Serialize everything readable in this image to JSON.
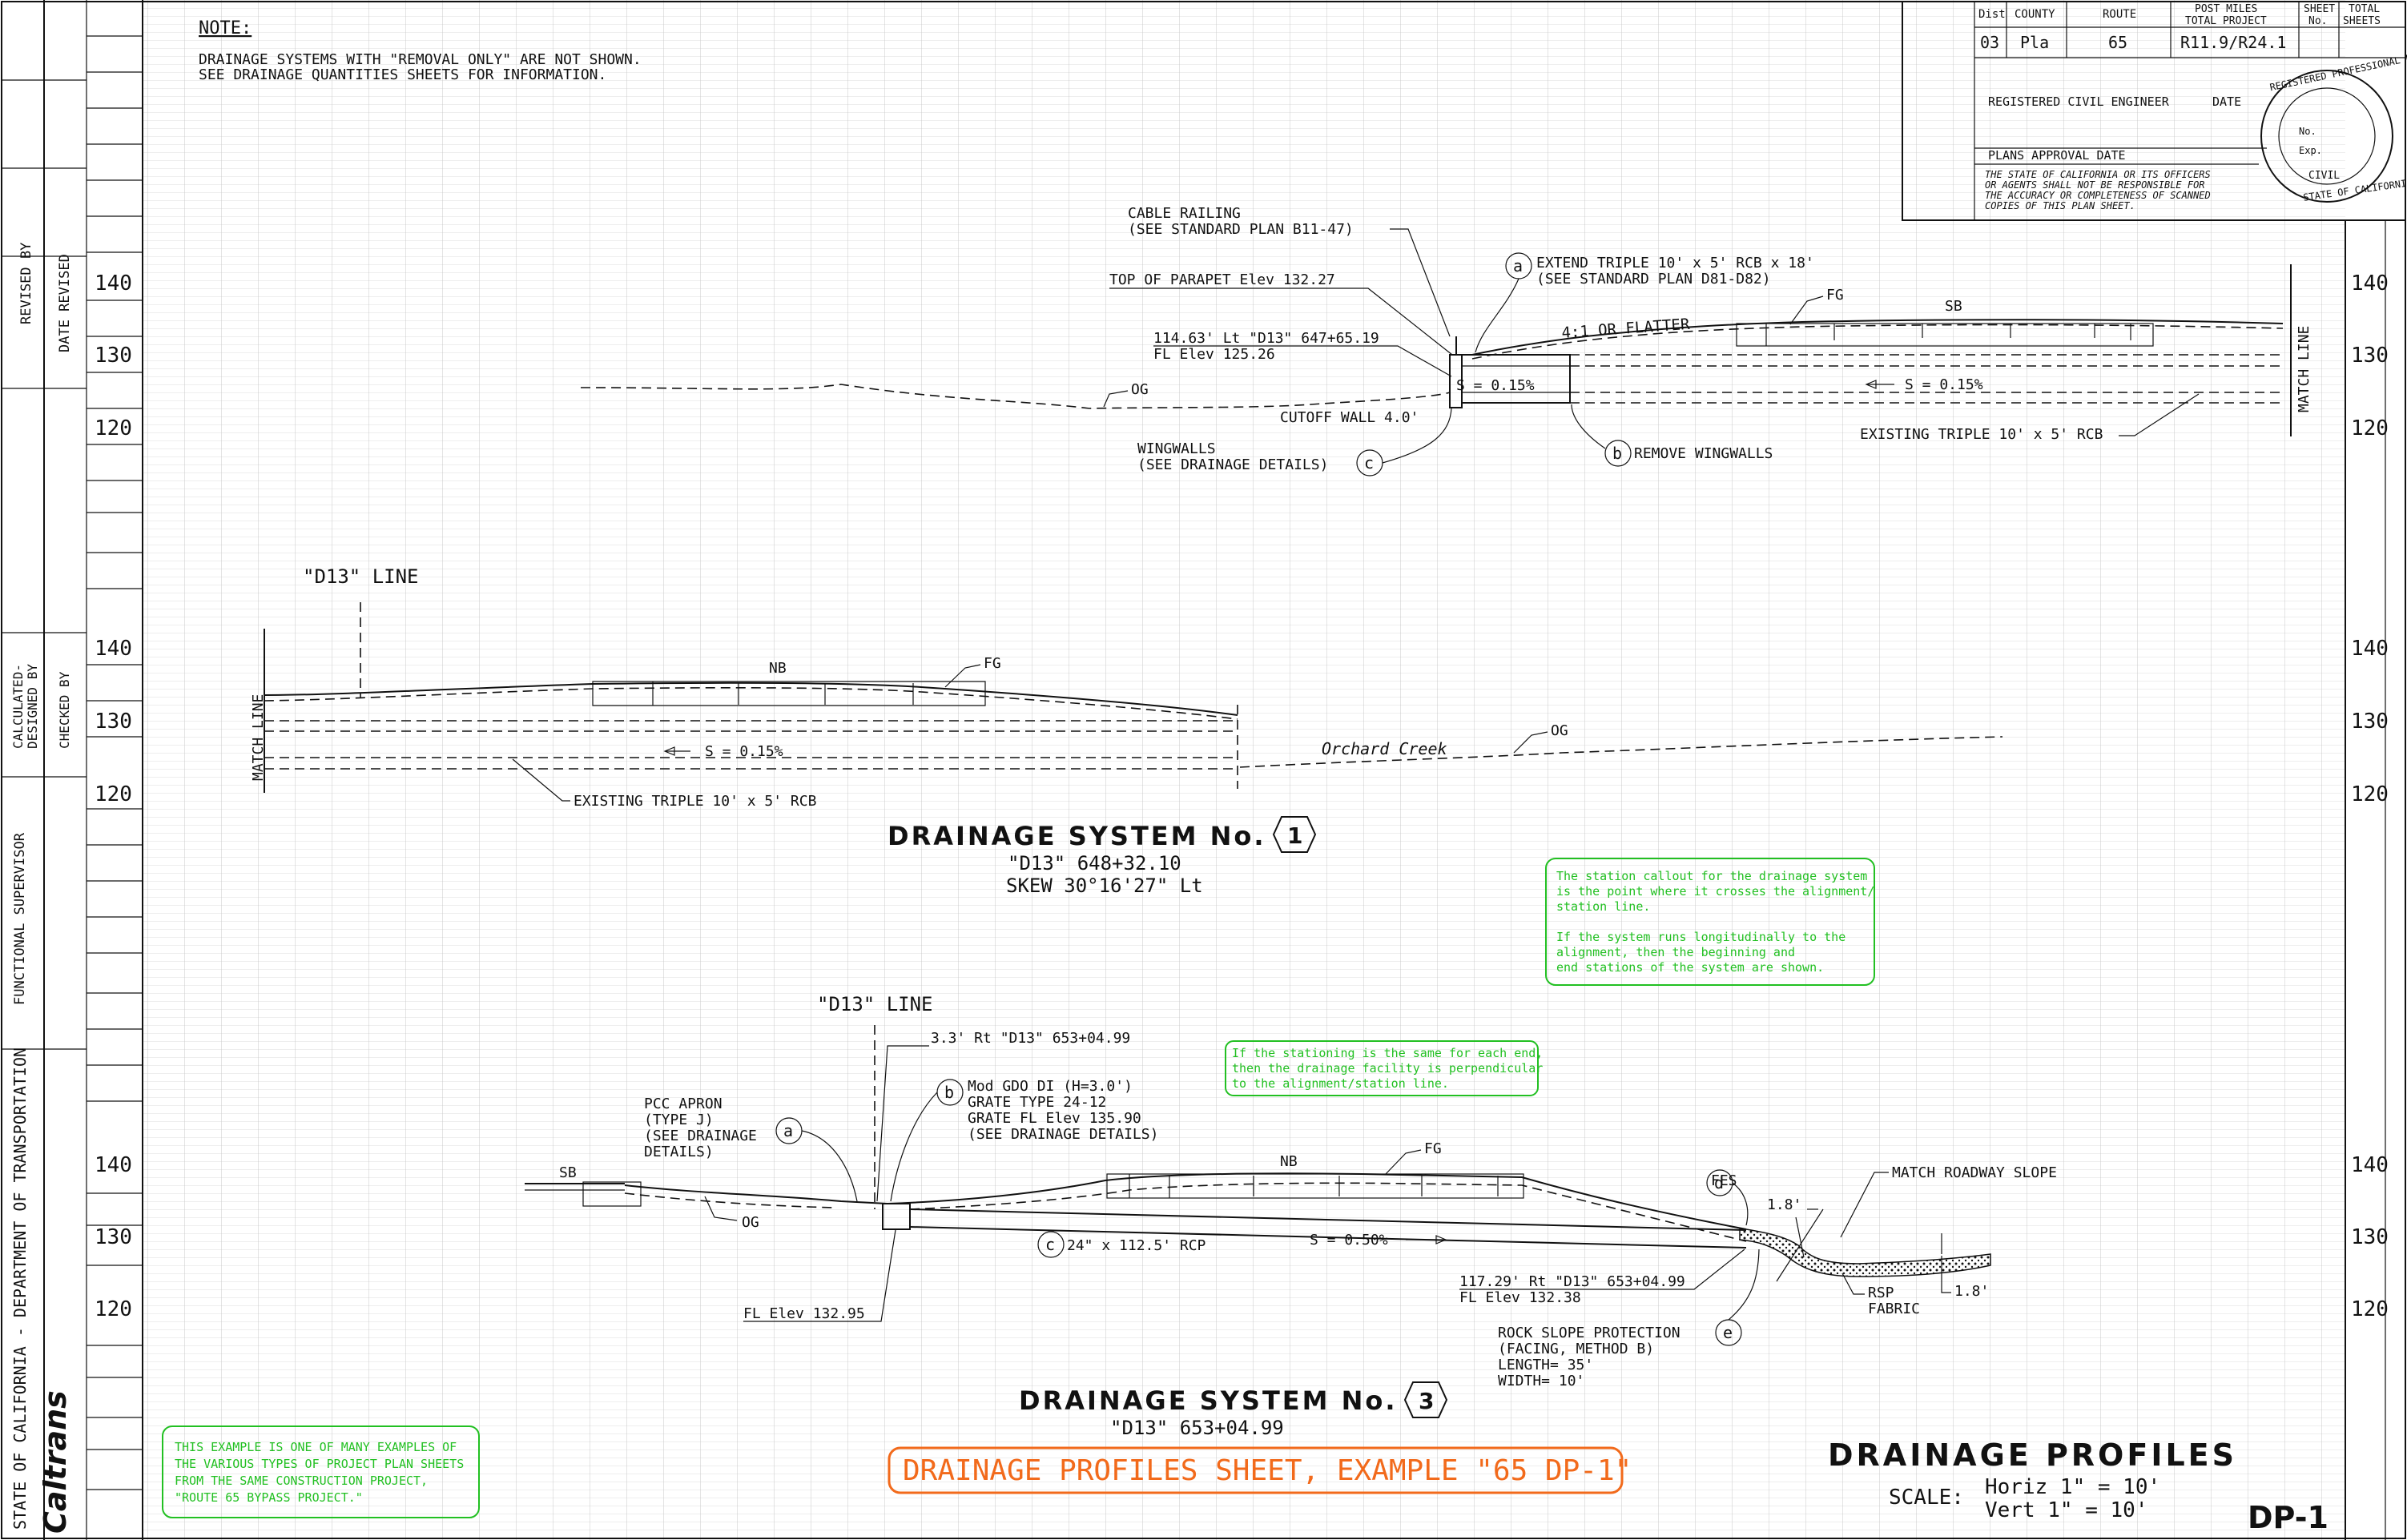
{
  "note": {
    "title": "NOTE:",
    "line1": "DRAINAGE SYSTEMS WITH \"REMOVAL ONLY\" ARE NOT SHOWN.",
    "line2": "SEE DRAINAGE QUANTITIES SHEETS FOR INFORMATION."
  },
  "title_block": {
    "headers": [
      "Dist",
      "COUNTY",
      "ROUTE",
      "POST MILES",
      "TOTAL PROJECT",
      "SHEET",
      "No.",
      "TOTAL",
      "SHEETS"
    ],
    "values": [
      "03",
      "Pla",
      "65",
      "R11.9/R24.1"
    ],
    "engineer": "REGISTERED CIVIL ENGINEER",
    "date": "DATE",
    "approval": "PLANS APPROVAL DATE",
    "disclaimer": [
      "THE STATE OF CALIFORNIA OR ITS OFFICERS",
      "OR AGENTS SHALL NOT BE RESPONSIBLE FOR",
      "THE ACCURACY OR COMPLETENESS OF SCANNED",
      "COPIES OF THIS PLAN SHEET."
    ],
    "seal": {
      "top": "REGISTERED PROFESSIONAL ENGINEER",
      "no": "No.",
      "exp": "Exp.",
      "civil": "CIVIL",
      "bottom": "STATE OF CALIFORNIA"
    }
  },
  "left_strip": {
    "revised_by": "REVISED BY",
    "date_revised": "DATE REVISED",
    "calculated": "CALCULATED-",
    "designed": "DESIGNED BY",
    "checked": "CHECKED BY",
    "supervisor": "FUNCTIONAL SUPERVISOR",
    "dept": "STATE OF CALIFORNIA  -  DEPARTMENT OF TRANSPORTATION",
    "logo": "Caltrans"
  },
  "elev_labels": {
    "e140": "140",
    "e130": "130",
    "e120": "120"
  },
  "profile_top": {
    "cable": "CABLE RAILING",
    "cable2": "(SEE STANDARD PLAN B11-47)",
    "parapet": "TOP OF PARAPET Elev 132.27",
    "sta": "114.63' Lt \"D13\" 647+65.19",
    "fl": "FL Elev 125.26",
    "og": "OG",
    "cutoff": "CUTOFF WALL 4.0'",
    "wingwalls": "WINGWALLS",
    "wingwalls2": "(SEE DRAINAGE DETAILS)",
    "c": "c",
    "a": "a",
    "extend": "EXTEND TRIPLE 10' x 5' RCB x 18'",
    "extend2": "(SEE STANDARD PLAN D81-D82)",
    "fg": "FG",
    "sb": "SB",
    "flatter": "4:1 OR FLATTER",
    "s1": "S = 0.15%",
    "s2": "S = 0.15%",
    "b": "b",
    "remove": "REMOVE WINGWALLS",
    "existing": "EXISTING TRIPLE 10' x 5' RCB",
    "match": "MATCH LINE"
  },
  "profile_mid": {
    "line": "\"D13\" LINE",
    "nb": "NB",
    "fg": "FG",
    "s": "S = 0.15%",
    "match": "MATCH LINE",
    "creek": "Orchard Creek",
    "og": "OG",
    "existing": "EXISTING TRIPLE 10' x 5' RCB"
  },
  "system1": {
    "title": "DRAINAGE SYSTEM No.",
    "num": "1",
    "sta": "\"D13\" 648+32.10",
    "skew": "SKEW 30°16'27\" Lt"
  },
  "green_note1": [
    "The station callout for the drainage system",
    "is the point where it crosses the alignment/",
    "station line.",
    "",
    "If the system runs longitudinally to the",
    "alignment, then the beginning and",
    "end stations of the system are shown."
  ],
  "green_note2": [
    "If the stationing is the same for each end,",
    "then the drainage facility is perpendicular",
    "to the alignment/station line."
  ],
  "profile_bot": {
    "line": "\"D13\" LINE",
    "sta1": "3.3' Rt \"D13\" 653+04.99",
    "b": "b",
    "gdo": "Mod GDO DI (H=3.0')",
    "grate": "GRATE TYPE 24-12",
    "gratefl": "GRATE FL Elev 135.90",
    "seedet": "(SEE DRAINAGE DETAILS)",
    "pcc": "PCC APRON",
    "typej": "(TYPE J)",
    "seedr": "(SEE DRAINAGE",
    "details": "DETAILS)",
    "a": "a",
    "sb": "SB",
    "og": "OG",
    "nb": "NB",
    "fg": "FG",
    "fes": "FES",
    "d": "d",
    "match": "MATCH ROADWAY SLOPE",
    "dim1": "1.8'",
    "dim2": "1.8'",
    "rcp": "24\" x 112.5' RCP",
    "c": "c",
    "s": "S = 0.50%",
    "fl": "FL Elev 132.95",
    "sta2": "117.29' Rt \"D13\" 653+04.99",
    "fl2": "FL Elev 132.38",
    "rsp": "ROCK SLOPE PROTECTION",
    "rsp2": "(FACING, METHOD B)",
    "len": "LENGTH= 35'",
    "wid": "WIDTH= 10'",
    "e": "e",
    "rspf": "RSP",
    "fabric": "FABRIC"
  },
  "system3": {
    "title": "DRAINAGE SYSTEM No.",
    "num": "3",
    "sta": "\"D13\" 653+04.99"
  },
  "green_note3": [
    "THIS EXAMPLE IS ONE OF MANY EXAMPLES OF",
    "THE VARIOUS TYPES OF PROJECT PLAN SHEETS",
    "FROM THE SAME CONSTRUCTION PROJECT,",
    "\"ROUTE 65 BYPASS PROJECT.\""
  ],
  "orange_title": "DRAINAGE PROFILES SHEET, EXAMPLE \"65 DP-1\"",
  "sheet_title": "DRAINAGE PROFILES",
  "scale": {
    "label": "SCALE:",
    "horiz": "Horiz 1\" = 10'",
    "vert": "Vert  1\" = 10'"
  },
  "sheet_no": "DP-1",
  "colors": {
    "ink": "#111111",
    "grid": "#d9d9d9",
    "green": "#22c022",
    "orange": "#f26a1b"
  }
}
